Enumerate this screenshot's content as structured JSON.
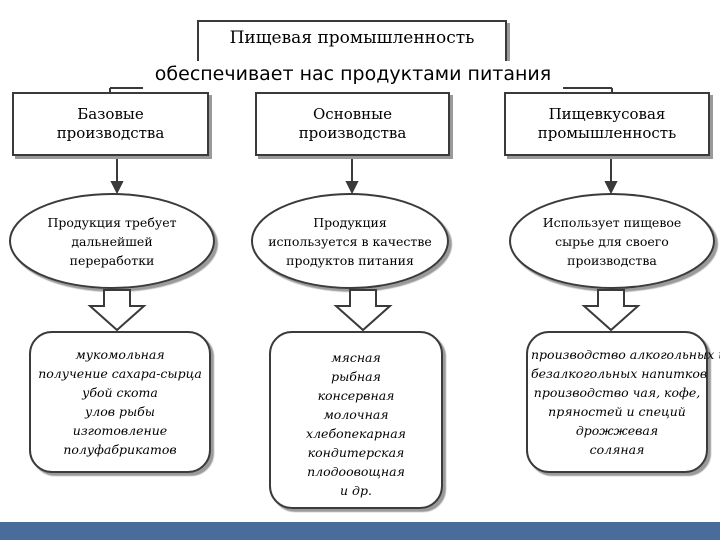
{
  "title": "Пищевая промышленность",
  "subtitle": "обеспечивает нас продуктами питания",
  "columns": [
    {
      "header": [
        "Базовые",
        "производства"
      ],
      "description": [
        "Продукция требует",
        "дальнейшей",
        "переработки"
      ],
      "examples": [
        "мукомольная",
        "получение сахара-сырца",
        "убой скота",
        "улов рыбы",
        "изготовление",
        "полуфабрикатов"
      ]
    },
    {
      "header": [
        "Основные",
        "производства"
      ],
      "description": [
        "Продукция",
        "используется в качестве",
        "продуктов питания"
      ],
      "examples": [
        "мясная",
        "рыбная",
        "консервная",
        "молочная",
        "хлебопекарная",
        "кондитерская",
        "плодоовощная",
        "и др."
      ]
    },
    {
      "header": [
        "Пищевкусовая",
        "промышленность"
      ],
      "description": [
        "Использует пищевое",
        "сырье для своего",
        "производства"
      ],
      "examples": [
        "производство алкогольных и",
        "безалкогольных напитков",
        "производство чая, кофе,",
        "пряностей и специй",
        "дрожжевая",
        "соляная"
      ]
    }
  ],
  "colors": {
    "footer": "#4a6c9b",
    "border": "#3a3a3a",
    "shadow": "#9a9a9a"
  }
}
